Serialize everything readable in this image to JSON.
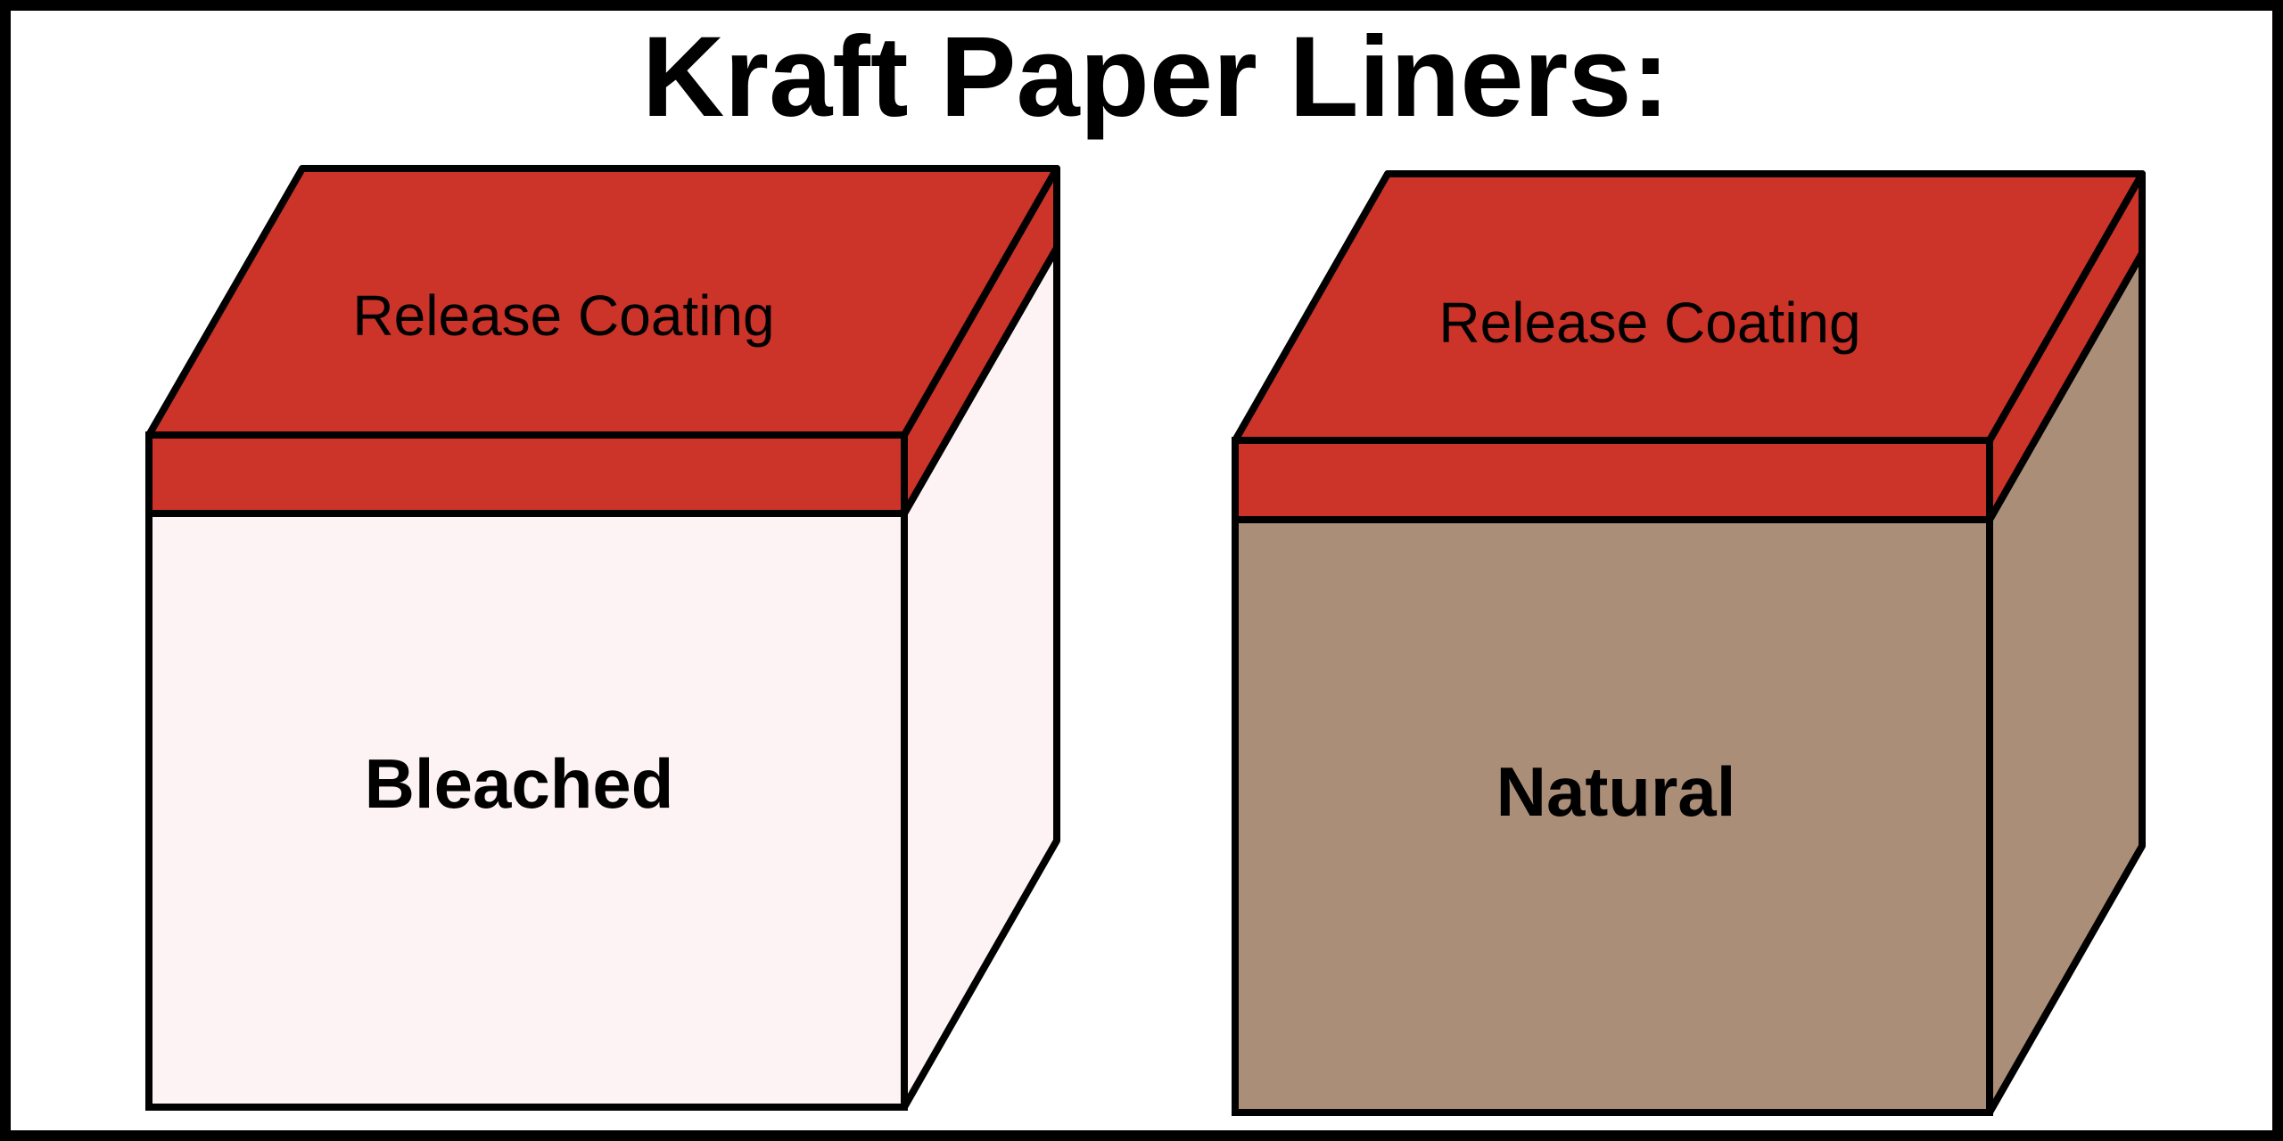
{
  "title": "Kraft Paper Liners:",
  "colors": {
    "background": "#ffffff",
    "border": "#000000",
    "release_coating": "#cc3329",
    "bleached": "#fdf3f4",
    "natural": "#ab8e78"
  },
  "cubes": [
    {
      "top_label": "Release Coating",
      "face_label": "Bleached",
      "paper_color": "#fdf3f4"
    },
    {
      "top_label": "Release Coating",
      "face_label": "Natural",
      "paper_color": "#ab8e78"
    }
  ]
}
